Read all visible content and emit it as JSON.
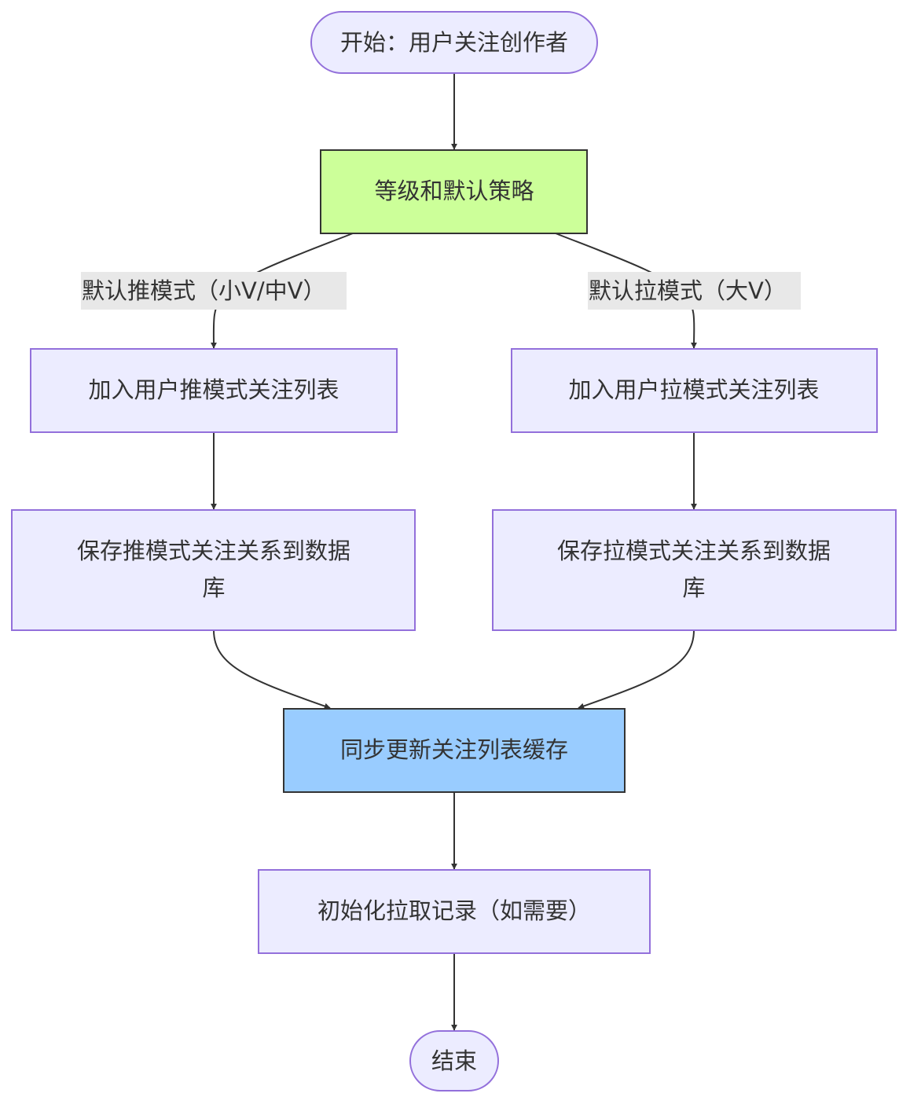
{
  "diagram": {
    "nodes": {
      "start": {
        "label": "开始：用户关注创作者"
      },
      "strategy": {
        "label": "等级和默认策略"
      },
      "add_push": {
        "label": "加入用户推模式关注列表"
      },
      "add_pull": {
        "label": "加入用户拉模式关注列表"
      },
      "save_push": {
        "line1": "保存推模式关注关系到数据",
        "line2": "库"
      },
      "save_pull": {
        "line1": "保存拉模式关注关系到数据",
        "line2": "库"
      },
      "sync_cache": {
        "label": "同步更新关注列表缓存"
      },
      "init_pull": {
        "label": "初始化拉取记录（如需要）"
      },
      "end": {
        "label": "结束"
      }
    },
    "edge_labels": {
      "push_mode": "默认推模式（小V/中V）",
      "pull_mode": "默认拉模式（大V）"
    },
    "colors": {
      "default_fill": "#ECECFF",
      "default_stroke": "#9370DB",
      "strategy_fill": "#CCFF99",
      "sync_fill": "#99CCFF",
      "highlight_stroke": "#333333",
      "edge_label_bg": "#E8E8E8",
      "edge": "#333333"
    }
  }
}
